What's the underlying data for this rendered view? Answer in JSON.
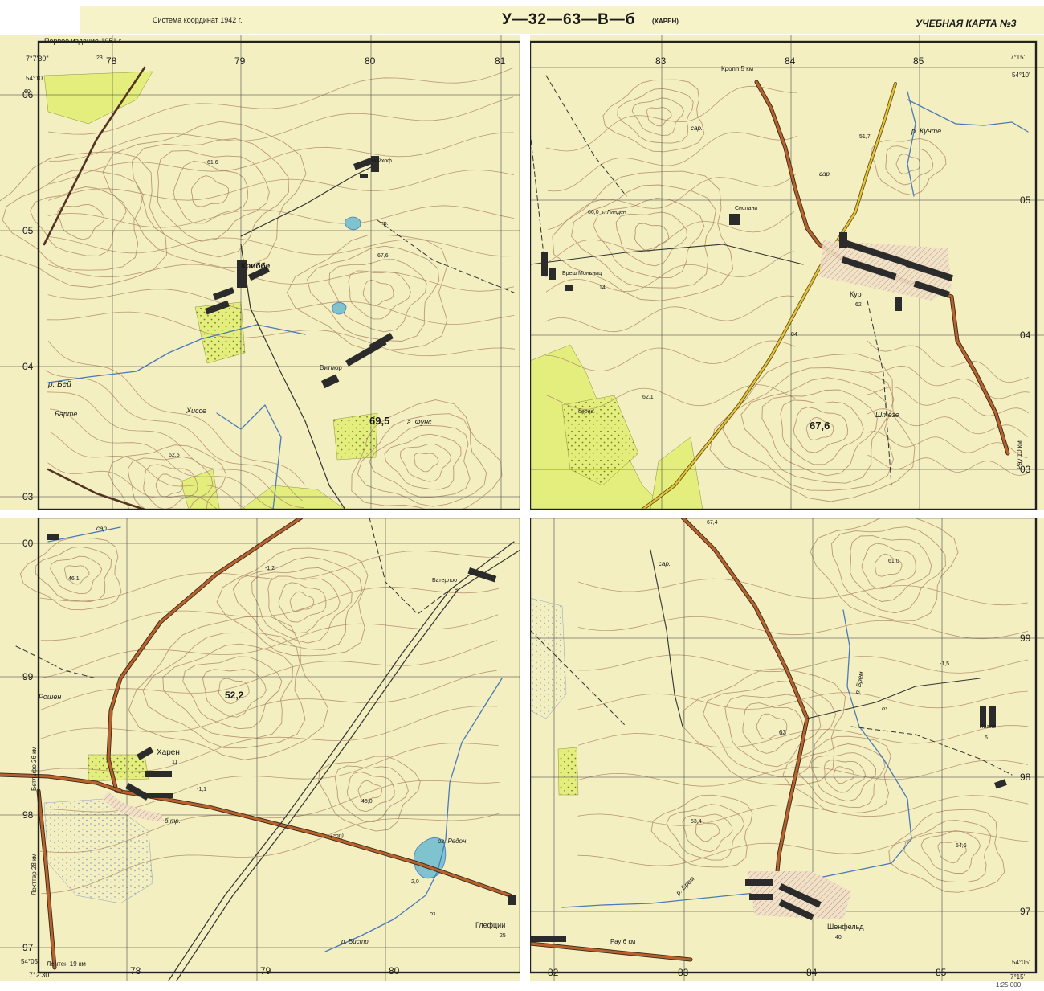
{
  "header": {
    "coord_system": "Система координат 1942 г.",
    "sheet_code": "У—32—63—В—б",
    "sheet_name": "(ХАРЕН)",
    "map_title": "УЧЕБНАЯ КАРТА №3",
    "edition": "Первое издание 1951 г."
  },
  "colors": {
    "paper": "#f3efc0",
    "contour": "#b08a68",
    "grid": "#4a4a4a",
    "road_main": "#b8612c",
    "road_yellow": "#e6c23a",
    "forest": "#e3ee7a",
    "water": "#7fc3cf",
    "river": "#4c79b8",
    "settlement": "#2b2b2b"
  },
  "quadrants": {
    "nw": {
      "corner_lon": "7°7'30\"",
      "corner_lat": "54°10'",
      "grid_x": [
        "78",
        "79",
        "80",
        "81"
      ],
      "grid_x_prefix": "23",
      "grid_y": [
        "06",
        "05",
        "04",
        "03"
      ],
      "grid_y_prefix": "60",
      "settlements": [
        "Нойхоф",
        "Криббе",
        "Витмор"
      ],
      "elevations": [
        "61,6",
        "67,6",
        "62,5",
        "69,5"
      ],
      "features": [
        "г. Фунс",
        "пр.",
        "р. Бей",
        "Барте",
        "Хиссе"
      ]
    },
    "ne": {
      "corner_lon": "7°15'",
      "corner_lat": "54°10'",
      "grid_x": [
        "83",
        "84",
        "85"
      ],
      "grid_y": [
        "05",
        "04",
        "03"
      ],
      "settlements": [
        "Сислани",
        "Бреш Мольниц",
        "Курт"
      ],
      "settlement_counts": [
        "14",
        "62"
      ],
      "elevations": [
        "66,0",
        "51,7",
        "62,1",
        "67,6"
      ],
      "features": [
        "г. Линден",
        "сар.",
        "р. Кунте",
        "Штезе",
        "дерев."
      ],
      "edge_labels": [
        "Кропп 5 км",
        "Рау 10 км"
      ],
      "road_nums": [
        "84"
      ]
    },
    "sw": {
      "corner_lon": "7°2'30\"",
      "corner_lat": "54°05'",
      "grid_x": [
        "78",
        "79",
        "80"
      ],
      "grid_y": [
        "00",
        "99",
        "98",
        "97"
      ],
      "settlements": [
        "Ватерлоо",
        "Харен",
        "Глефции"
      ],
      "settlement_counts": [
        "8",
        "11",
        "25"
      ],
      "elevations": [
        "46,1",
        "52,2",
        "46,0",
        "2,0"
      ],
      "features": [
        "сар.",
        "Рошен",
        "оз. Редон",
        "р. Вистр",
        "б.тр.",
        "(гор)",
        "оз."
      ],
      "edge_labels": [
        "Лентен 19 км",
        "Лохттер 28 км",
        "Бетльфо 26 км"
      ],
      "depth_marks": [
        "-1,2",
        "-1,1"
      ]
    },
    "se": {
      "corner_lon": "7°15'",
      "corner_lat": "54°05'",
      "grid_x": [
        "82",
        "83",
        "84",
        "85"
      ],
      "grid_y": [
        "99",
        "98",
        "97"
      ],
      "settlements": [
        "Лаане",
        "Шенфельд"
      ],
      "settlement_counts": [
        "6",
        "40"
      ],
      "elevations": [
        "67,4",
        "61,0",
        "53,4",
        "54,6",
        "63"
      ],
      "features": [
        "сар.",
        "р. Брем",
        "р. Брем",
        "оз."
      ],
      "edge_labels": [
        "Рау 6 км"
      ],
      "depth_marks": [
        "-1,5"
      ]
    }
  },
  "footer": {
    "corner_label": "1:25 000"
  }
}
